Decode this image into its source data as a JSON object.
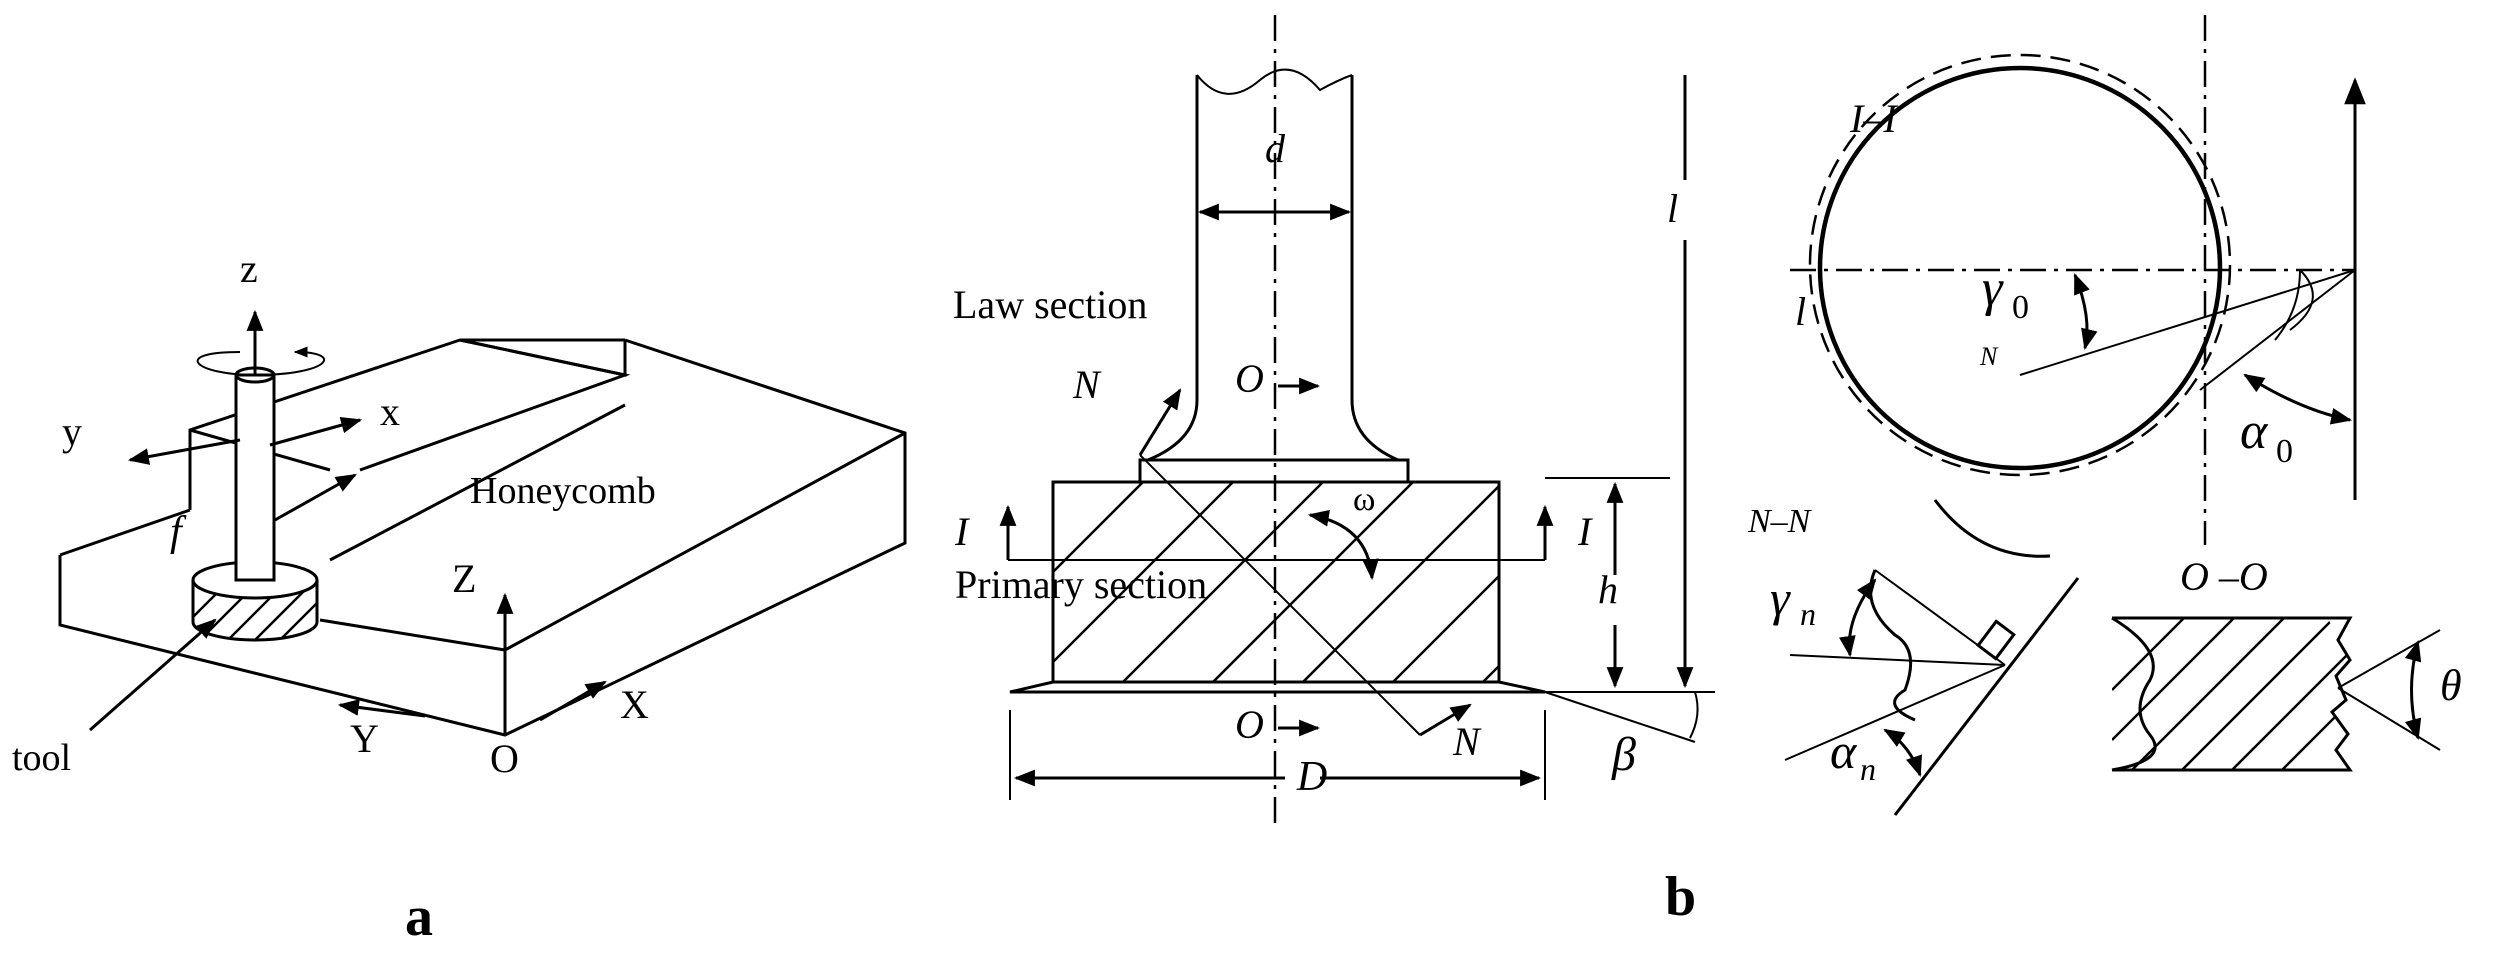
{
  "panel_a": {
    "label": "a",
    "axis_z": "z",
    "axis_y": "y",
    "axis_x": "x",
    "feed": "f",
    "honeycomb": "Honeycomb",
    "world_Z": "Z",
    "world_X": "X",
    "world_Y": "Y",
    "origin": "O",
    "tool": "tool"
  },
  "panel_b": {
    "label": "b",
    "d": "d",
    "l_right": "l",
    "law_section": "Law section",
    "N_upper": "N",
    "O_upper": "O",
    "I_left": "I",
    "I_right": "I",
    "omega": "ω",
    "h": "h",
    "primary_section": "Primary section",
    "O_lower": "O",
    "N_lower": "N",
    "D": "D",
    "beta": "β"
  },
  "section_views": {
    "I_I_title": "I–I",
    "l_label": "l",
    "gamma0": "γ",
    "gamma0_sub": "0",
    "N_small": "N",
    "alpha0": "α",
    "alpha0_sub": "0",
    "N_N_title": "N–N",
    "gamma_n": "γ",
    "gamma_n_sub": "n",
    "alpha_n": "α",
    "alpha_n_sub": "n",
    "O_O_title": "O –O",
    "theta": "θ"
  }
}
